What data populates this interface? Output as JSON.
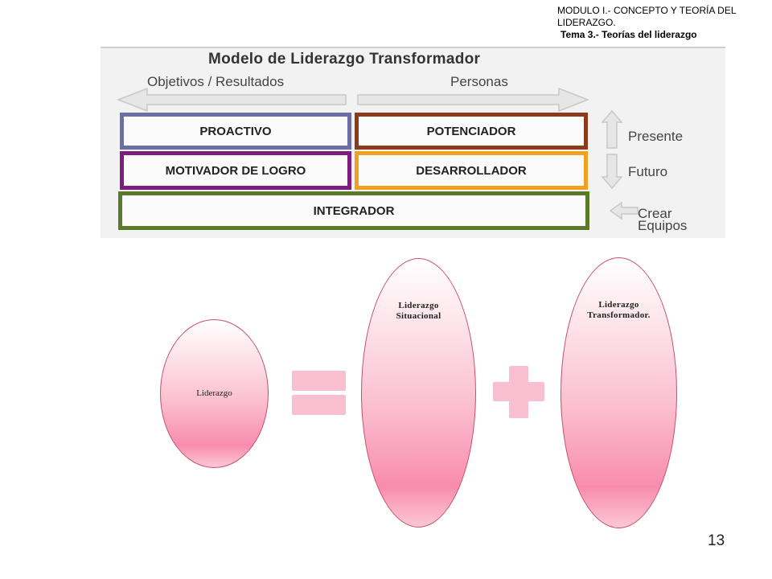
{
  "header": {
    "module_line1": "MODULO I.- CONCEPTO Y TEORÍA DEL",
    "module_line2": "LIDERAZGO.",
    "topic": "Tema 3.- Teorías del liderazgo"
  },
  "model": {
    "title": "Modelo de Liderazgo Transformador",
    "axis_left": "Objetivos / Resultados",
    "axis_right": "Personas",
    "boxes": {
      "proactivo": "PROACTIVO",
      "potenciador": "POTENCIADOR",
      "motivador": "MOTIVADOR DE LOGRO",
      "desarrollador": "DESARROLLADOR",
      "integrador": "INTEGRADOR"
    },
    "side": {
      "presente": "Presente",
      "futuro": "Futuro",
      "crear_equipos": "Crear Equipos"
    },
    "colors": {
      "proactivo": "#6c6ea6",
      "potenciador": "#8b3a1c",
      "motivador": "#7b1e7e",
      "desarrollador": "#f0a020",
      "integrador": "#5a7a2a"
    }
  },
  "equation": {
    "left": "Liderazgo",
    "middle": "Liderazgo Situacional",
    "right": "Liderazgo Transformador.",
    "equals_icon": "equals-sign",
    "plus_icon": "plus-sign",
    "accent": "#f8bfd0"
  },
  "page_number": "13"
}
